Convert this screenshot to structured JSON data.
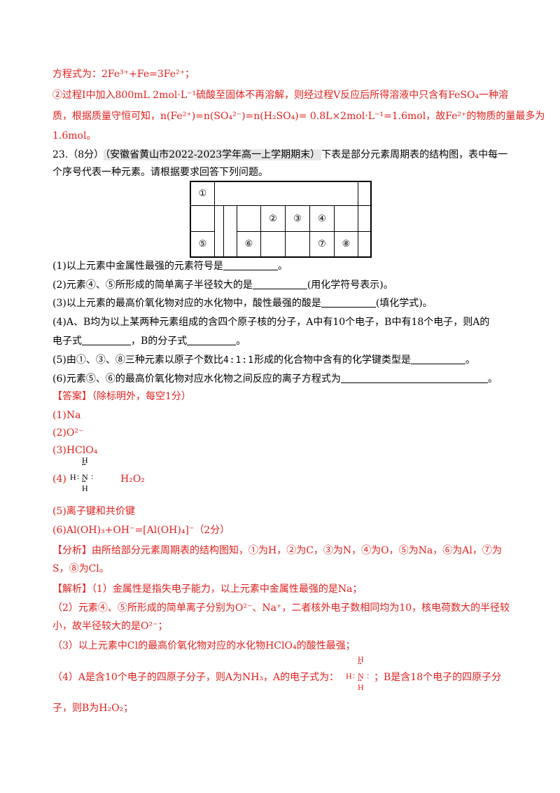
{
  "prev": {
    "line1": "方程式为：2Fe³⁺+Fe=3Fe²⁺；",
    "line2a": "②过程Ⅰ中加入800mL 2mol·L⁻¹硫酸至固体不再溶解，则经过程Ⅴ反应后所得溶液中只含有FeSO₄一种溶",
    "line3": "质，根据质量守恒可知，n(Fe²⁺)=n(SO₄²⁻)=n(H₂SO₄)= 0.8L×2mol·L⁻¹=1.6mol，故Fe²⁺的物质的量最多为",
    "line4": "1.6mol。"
  },
  "question": {
    "number": "23.",
    "score": "（8分）",
    "source": "（安徽省黄山市2022-2023学年高一上学期期末）",
    "intro_a": "下表是部分元素周期表的结构图，表中每一",
    "intro_b": "个序号代表一种元素。请根据要求回答下列问题。",
    "cells": [
      "①",
      "②",
      "③",
      "④",
      "⑤",
      "⑥",
      "⑦",
      "⑧"
    ],
    "q1_a": "(1)以上元素中金属性最强的元素符号是",
    "q1_b": "。",
    "q2_a": "(2)元素④、⑤所形成的简单离子半径较大的是",
    "q2_b": "(用化学符号表示)。",
    "q3_a": "(3)以上元素的最高价氧化物对应的水化物中，酸性最强的酸是",
    "q3_b": "(填化学式)。",
    "q4_a": "(4)A、B均为以上某两种元素组成的含四个原子核的分子，A中有10个电子，B中有18个电子，则A的",
    "q4_b": "电子式",
    "q4_c": "，B的分子式",
    "q4_d": "。",
    "q5_a": "(5)由①、③、⑧三种元素以原子个数比",
    "q5_ratio": "4:1:1",
    "q5_b": "形成的化合物中含有的化学键类型是",
    "q5_c": "。",
    "q6_a": "(6)元素⑤、⑥的最高价氧化物对应水化物之间反应的离子方程式为",
    "q6_b": "。"
  },
  "answer": {
    "label": "【答案】",
    "note": "（除标明外，每空1分）",
    "a1": "(1)Na",
    "a2": "(2)O²⁻",
    "a3": "(3)HClO₄",
    "a4_label": "(4)",
    "a4_b": "H₂O₂",
    "a5": "(5)离子键和共价键",
    "a6": "(6)Al(OH)₃+OH⁻=[Al(OH)₄]⁻",
    "a6_score": "（2分）"
  },
  "lewis": {
    "h": "H",
    "n": "N",
    "colon": ":",
    "dots": "••"
  },
  "analysis": {
    "label": "【分析】",
    "text1": "由所给部分元素周期表的结构图知，①为H，②为C，③为N，④为O，⑤为Na，⑥为Al，⑦为",
    "text2": "S，⑧为Cl。"
  },
  "solution": {
    "label": "【解析】",
    "s1": "（1）金属性是指失电子能力，以上元素中金属性最强的是Na；",
    "s2a": "（2）元素④、⑤所形成的简单离子分别为O²⁻、Na⁺，二者核外电子数相同均为10，核电荷数大的半径较",
    "s2b": "小，故半径较大的是O²⁻；",
    "s3": "（3）以上元素中Cl的最高价氧化物对应的水化物HClO₄的酸性最强；",
    "s4a": "（4）A是含10个电子的四原子分子，则A为NH₃，A的电子式为：",
    "s4b": "；B是含18个电子的四原子分",
    "s4c": "子，则B为H₂O₂；"
  }
}
